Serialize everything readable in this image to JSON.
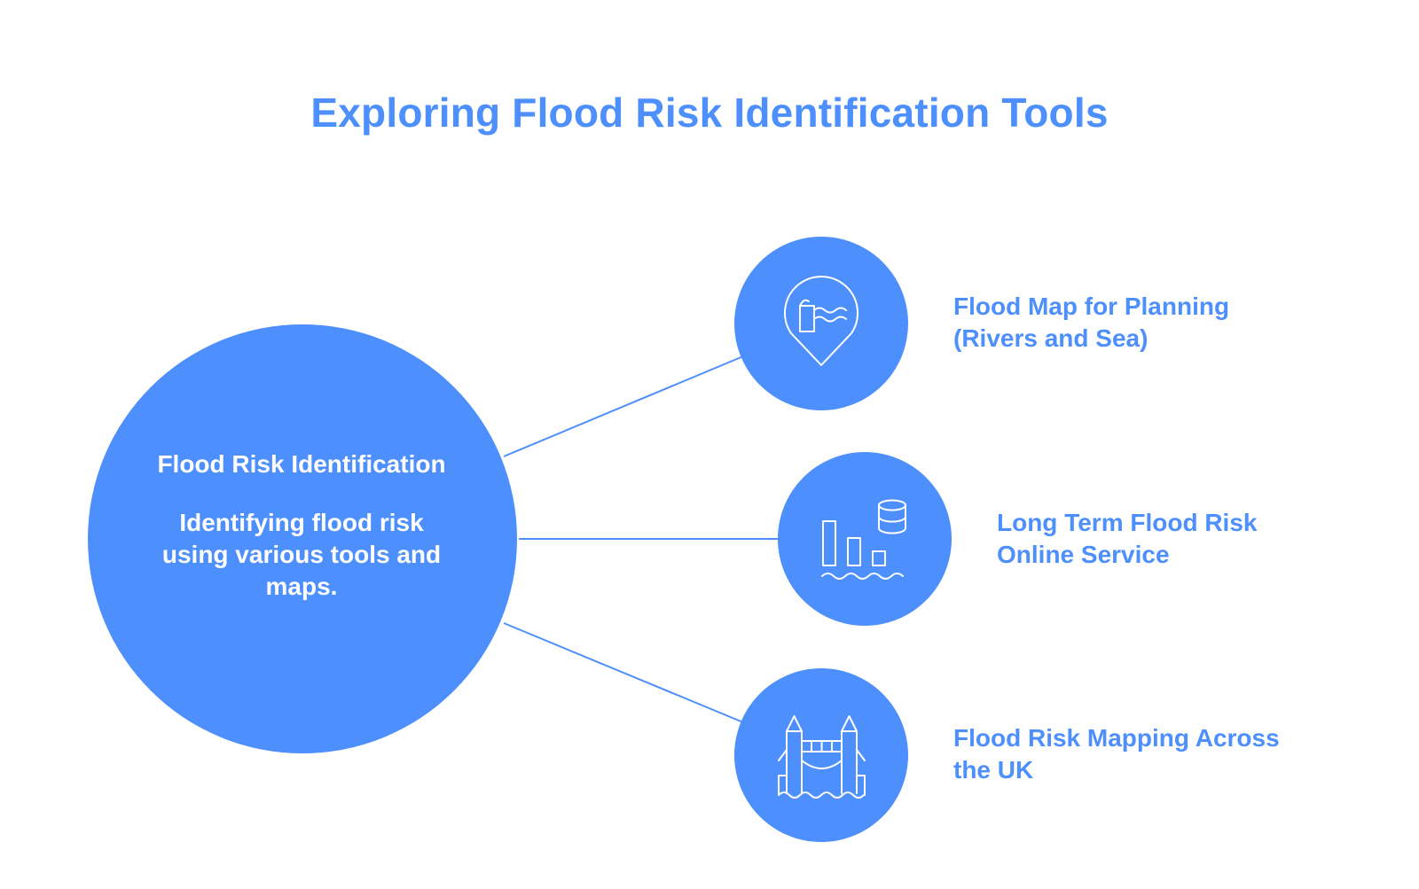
{
  "title": "Exploring Flood Risk Identification Tools",
  "colors": {
    "accent": "#4d8ffd",
    "node_fill": "#4d8ffd",
    "connector": "#4d8ffd",
    "icon_stroke": "#ffffff",
    "background": "#ffffff"
  },
  "center": {
    "title": "Flood Risk Identification",
    "description_lines": [
      "Identifying flood risk",
      "using various tools and",
      "maps."
    ]
  },
  "items": [
    {
      "icon": "map-pin-water-icon",
      "label_lines": [
        "Flood Map for Planning",
        "(Rivers and Sea)"
      ]
    },
    {
      "icon": "bar-chart-database-icon",
      "label_lines": [
        "Long Term Flood Risk",
        "Online Service"
      ]
    },
    {
      "icon": "tower-bridge-icon",
      "label_lines": [
        "Flood Risk Mapping Across",
        "the UK"
      ]
    }
  ]
}
